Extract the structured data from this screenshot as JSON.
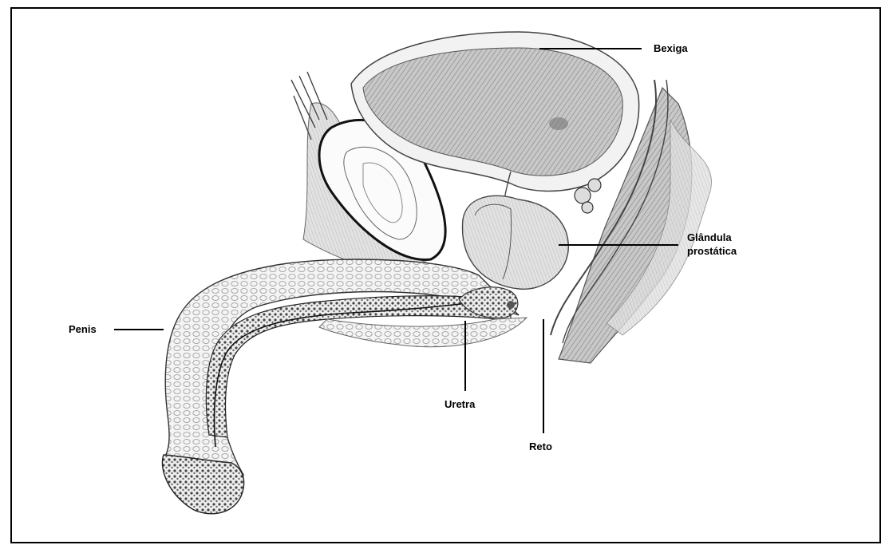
{
  "labels": {
    "bladder": "Bexiga",
    "prostate_line1": "Glândula",
    "prostate_line2": "prostática",
    "penis": "Penis",
    "urethra": "Uretra",
    "rectum": "Reto"
  },
  "colors": {
    "ink": "#000000",
    "sketch": "#3a3a3a",
    "shade": "#8e8e8e",
    "background": "#ffffff"
  }
}
